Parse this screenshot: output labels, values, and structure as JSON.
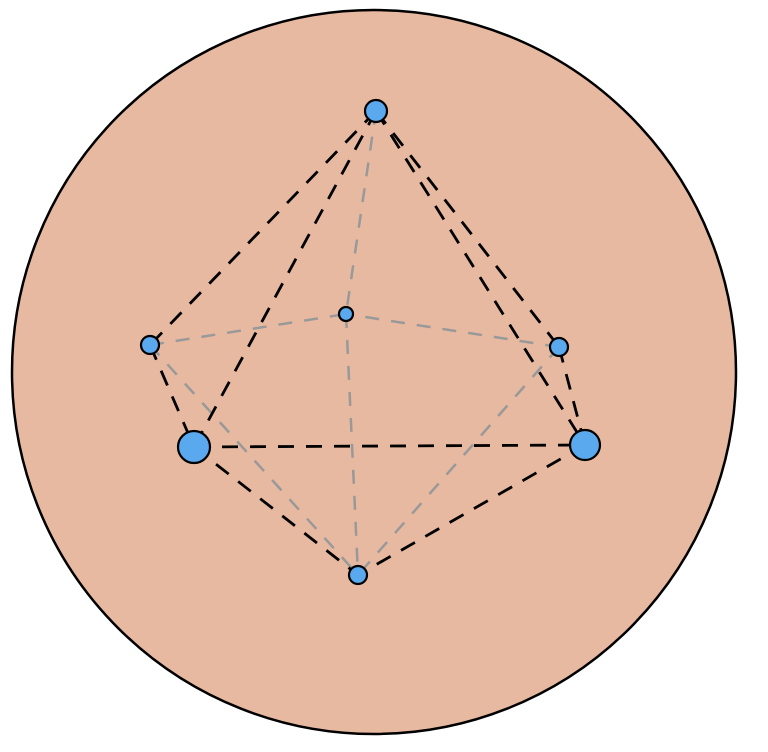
{
  "diagram": {
    "description_shape": "sphere with inscribed pentagonal bipyramid",
    "colors": {
      "sphere_fill": "#e8b9a1",
      "sphere_stroke": "#000000",
      "front_edge": "#000000",
      "back_edge": "#999999",
      "vertex_fill": "#5aa9ef",
      "vertex_stroke": "#000000"
    },
    "vertices": [
      {
        "id": "top",
        "depth": "mid"
      },
      {
        "id": "left",
        "depth": "mid"
      },
      {
        "id": "back-center",
        "depth": "back"
      },
      {
        "id": "right",
        "depth": "mid"
      },
      {
        "id": "front-left",
        "depth": "front"
      },
      {
        "id": "front-right",
        "depth": "front"
      },
      {
        "id": "bottom",
        "depth": "mid"
      }
    ],
    "front_edges": [
      [
        "top",
        "left"
      ],
      [
        "top",
        "right"
      ],
      [
        "top",
        "front-left"
      ],
      [
        "top",
        "front-right"
      ],
      [
        "front-left",
        "front-right"
      ],
      [
        "front-left",
        "bottom"
      ],
      [
        "front-right",
        "bottom"
      ],
      [
        "left",
        "front-left"
      ],
      [
        "right",
        "front-right"
      ]
    ],
    "back_edges": [
      [
        "top",
        "back-center"
      ],
      [
        "left",
        "back-center"
      ],
      [
        "right",
        "back-center"
      ],
      [
        "back-center",
        "bottom"
      ],
      [
        "left",
        "bottom"
      ],
      [
        "right",
        "bottom"
      ]
    ]
  }
}
